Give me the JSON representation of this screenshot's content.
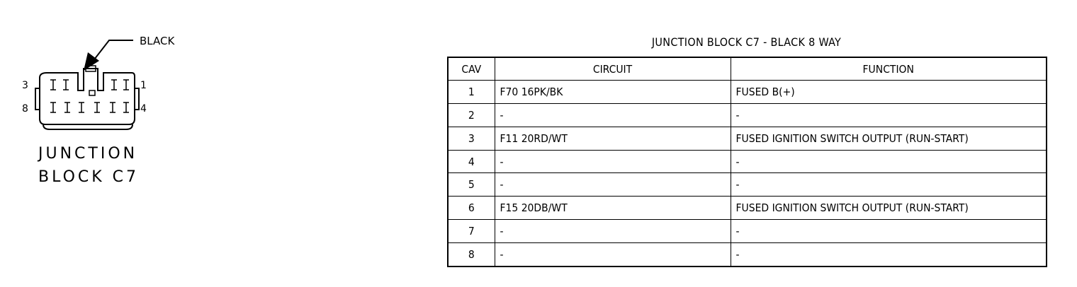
{
  "connector": {
    "color_callout": "BLACK",
    "pin_labels": {
      "top_left": "3",
      "bottom_left": "8",
      "top_right": "1",
      "bottom_right": "4"
    },
    "name_line1": "JUNCTION",
    "name_line2": "BLOCK C7"
  },
  "table": {
    "title": "JUNCTION BLOCK C7 - BLACK 8 WAY",
    "headers": {
      "cav": "CAV",
      "circuit": "CIRCUIT",
      "function": "FUNCTION"
    },
    "rows": [
      {
        "cav": "1",
        "circuit": "F70 16PK/BK",
        "function": "FUSED B(+)"
      },
      {
        "cav": "2",
        "circuit": "-",
        "function": "-"
      },
      {
        "cav": "3",
        "circuit": "F11 20RD/WT",
        "function": "FUSED IGNITION SWITCH OUTPUT (RUN-START)"
      },
      {
        "cav": "4",
        "circuit": "-",
        "function": "-"
      },
      {
        "cav": "5",
        "circuit": "-",
        "function": "-"
      },
      {
        "cav": "6",
        "circuit": "F15 20DB/WT",
        "function": "FUSED IGNITION SWITCH OUTPUT (RUN-START)"
      },
      {
        "cav": "7",
        "circuit": "-",
        "function": "-"
      },
      {
        "cav": "8",
        "circuit": "-",
        "function": "-"
      }
    ]
  }
}
